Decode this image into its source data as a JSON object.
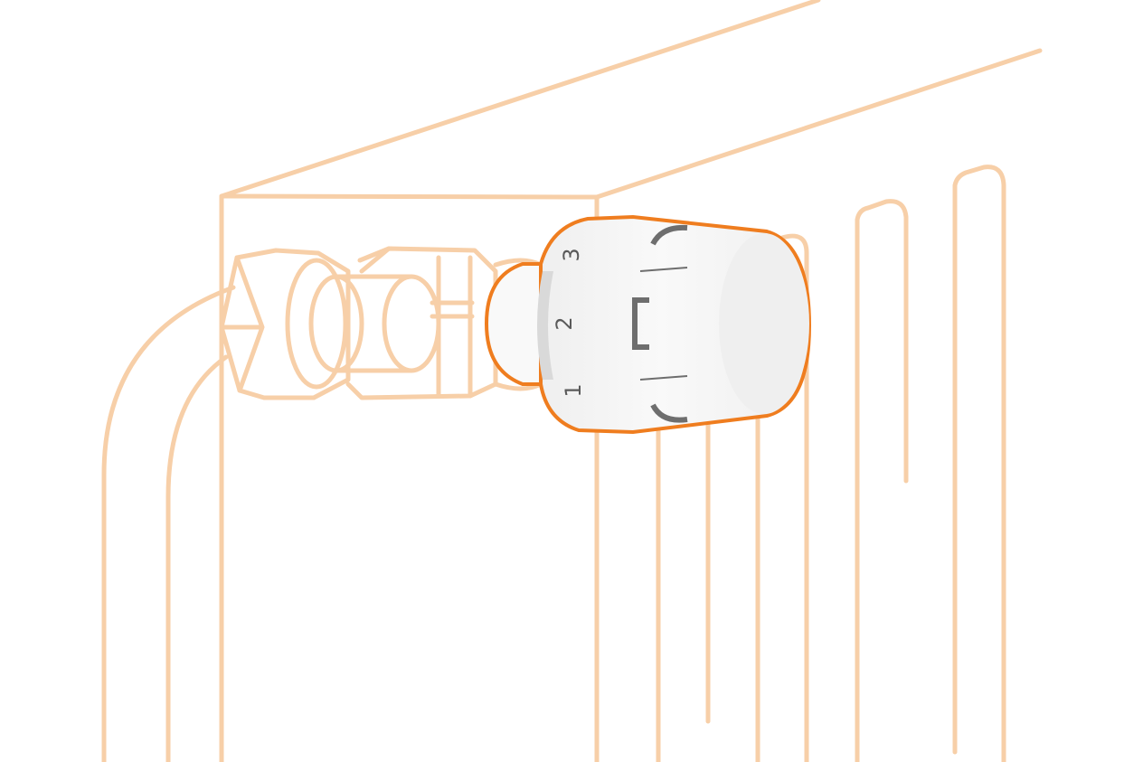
{
  "colors": {
    "outline_light": "#f7cfa8",
    "outline_accent": "#ef7d1f",
    "knob_fill": "#efefef",
    "knob_highlight": "#f9f9f9",
    "knob_shade": "#d9d9d9",
    "mark_dark": "#6e6e6e",
    "digit": "#5a5a5a",
    "background": "#ffffff"
  },
  "dial": {
    "labels": [
      "1",
      "2",
      "3"
    ]
  }
}
